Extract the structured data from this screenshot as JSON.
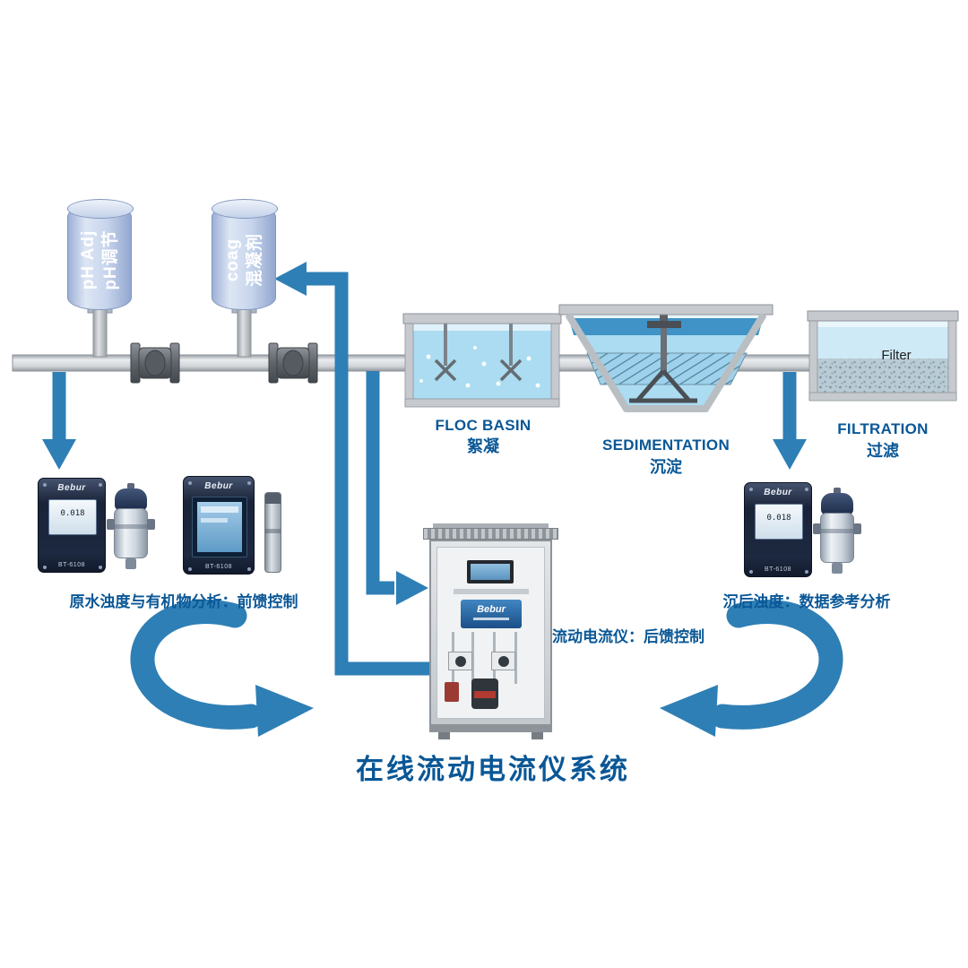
{
  "title": "在线流动电流仪系统",
  "dosing": {
    "ph_tank": {
      "line1": "pH Adj",
      "line2": "pH调节"
    },
    "coag_tank": {
      "line1": "coag",
      "line2": "混凝剂"
    }
  },
  "stages": {
    "floc": {
      "en": "FLOC BASIN",
      "cn": "絮凝"
    },
    "sed": {
      "en": "SEDIMENTATION",
      "cn": "沉淀"
    },
    "filt": {
      "en": "FILTRATION",
      "cn": "过滤",
      "media": "Filter"
    }
  },
  "devices": {
    "brand": "Bebur",
    "model": "BT-6108",
    "screen_reading": "0.018"
  },
  "captions": {
    "raw": "原水浊度与有机物分析：前馈控制",
    "scm": "流动电流仪：后馈控制",
    "settled": "沉后浊度：数据参考分析"
  },
  "colors": {
    "arrow_blue": "#2e7fb5",
    "label_blue": "#0a5796",
    "water_blue": "#abdcf1"
  }
}
